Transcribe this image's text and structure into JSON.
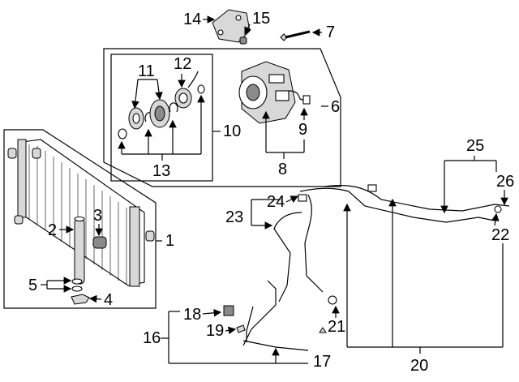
{
  "callouts": {
    "n1": "1",
    "n2": "2",
    "n3": "3",
    "n4": "4",
    "n5": "5",
    "n6": "6",
    "n7": "7",
    "n8": "8",
    "n9": "9",
    "n10": "10",
    "n11": "11",
    "n12": "12",
    "n13": "13",
    "n14": "14",
    "n15": "15",
    "n16": "16",
    "n17": "17",
    "n18": "18",
    "n19": "19",
    "n20": "20",
    "n21": "21",
    "n22": "22",
    "n23": "23",
    "n24": "24",
    "n25": "25",
    "n26": "26"
  },
  "colors": {
    "line": "#000000",
    "part_fill": "#d8d8d8",
    "background": "#ffffff"
  }
}
